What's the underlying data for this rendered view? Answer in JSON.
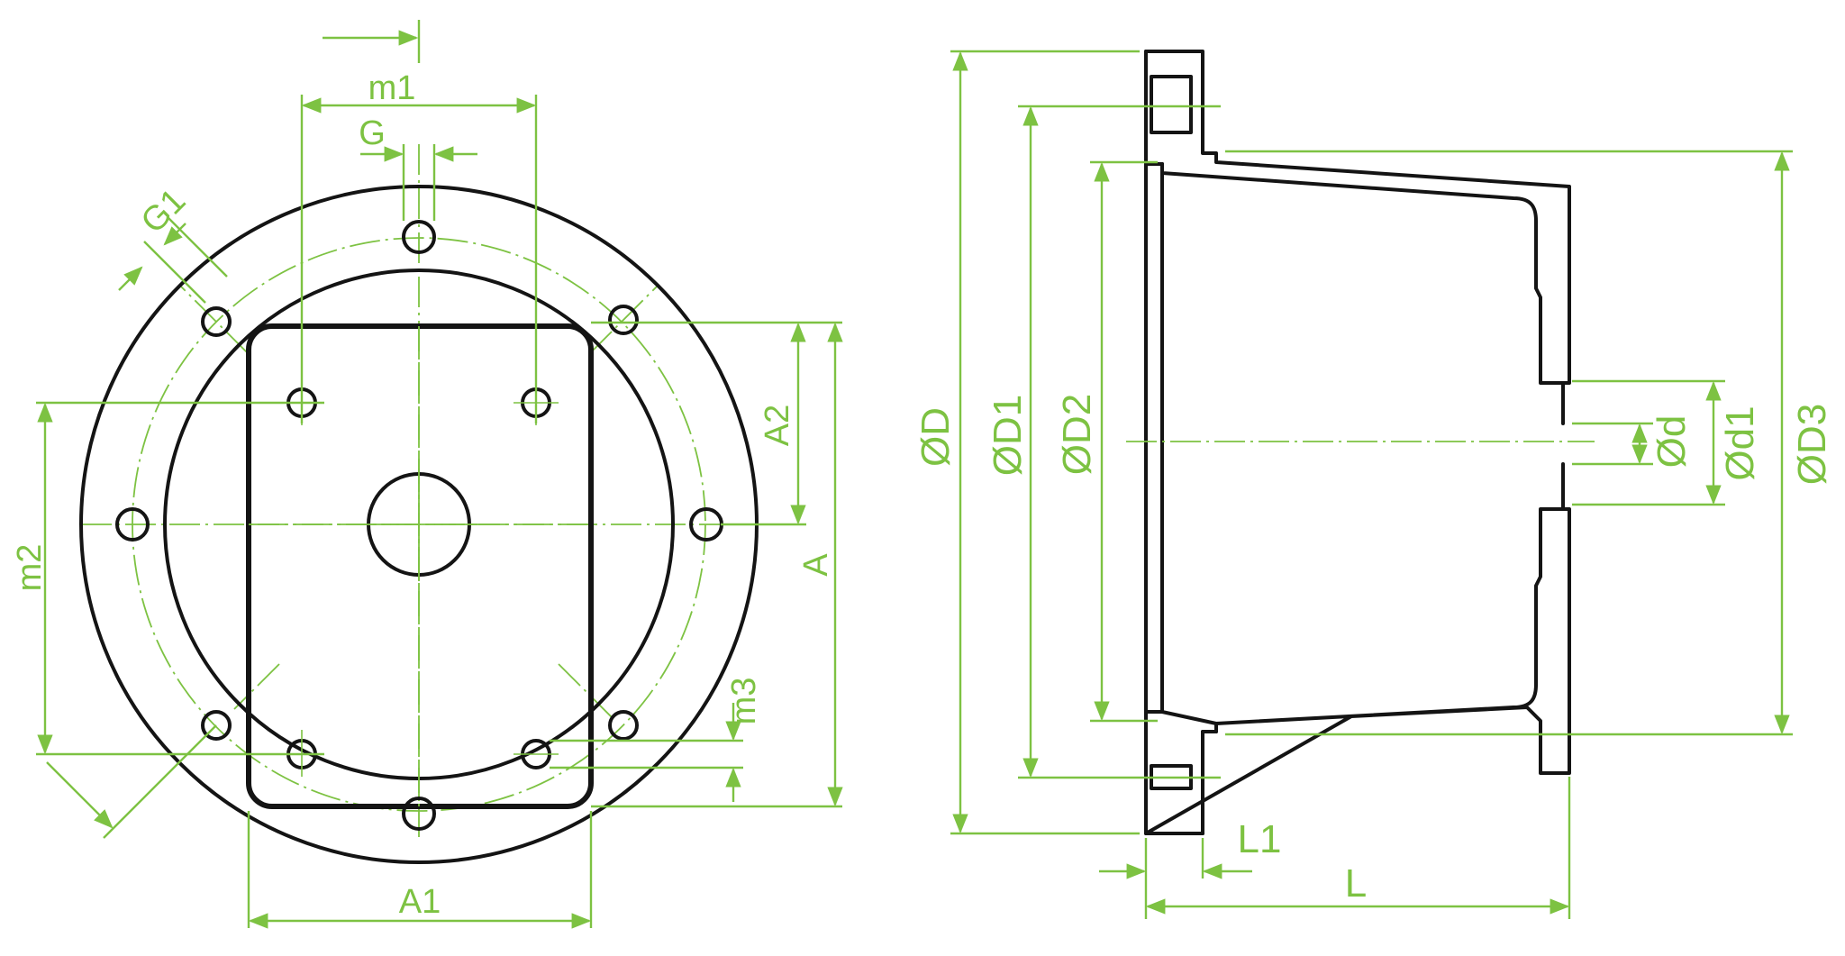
{
  "colors": {
    "lines": "#141414",
    "dimensions": "#7dc242",
    "background": "#ffffff"
  },
  "front_view": {
    "labels": {
      "m1": "m1",
      "G": "G",
      "G1": "G1",
      "m2": "m2",
      "A1": "A1",
      "A": "A",
      "A2": "A2",
      "m3": "m3"
    }
  },
  "section_view": {
    "labels": {
      "D": "ØD",
      "D1": "ØD1",
      "D2": "ØD2",
      "d": "Ød",
      "d1": "Ød1",
      "D3": "ØD3",
      "L": "L",
      "L1": "L1"
    }
  }
}
